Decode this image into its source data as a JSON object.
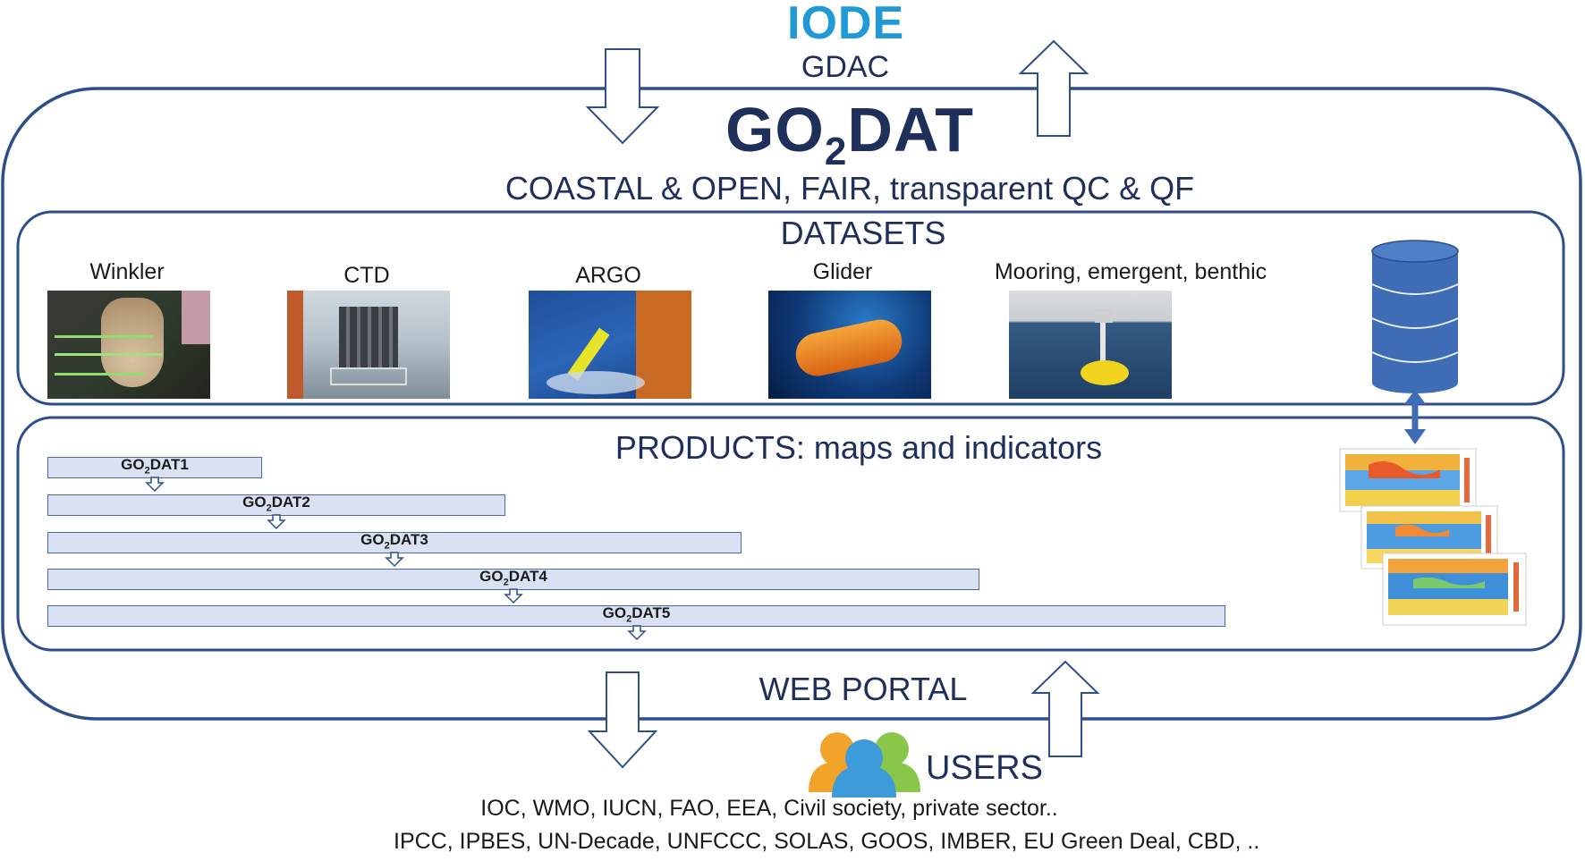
{
  "header": {
    "logo": "IODE",
    "gdac": "GDAC",
    "title_main": "GO",
    "title_sub": "2",
    "title_tail": "DAT",
    "subtitle": "COASTAL & OPEN, FAIR, transparent QC & QF"
  },
  "datasets": {
    "title": "DATASETS",
    "items": [
      {
        "label": "Winkler",
        "image": "winkler-photo"
      },
      {
        "label": "CTD",
        "image": "ctd-photo"
      },
      {
        "label": "ARGO",
        "image": "argo-photo"
      },
      {
        "label": "Glider",
        "image": "glider-photo"
      },
      {
        "label": "Mooring, emergent, benthic",
        "image": "mooring-photo"
      }
    ],
    "database_icon": "database-icon"
  },
  "products": {
    "title": "PRODUCTS: maps and indicators",
    "bars": [
      {
        "pre": "GO",
        "sub": "2",
        "post": "DAT1"
      },
      {
        "pre": "GO",
        "sub": "2",
        "post": "DAT2"
      },
      {
        "pre": "GO",
        "sub": "2",
        "post": "DAT3"
      },
      {
        "pre": "GO",
        "sub": "2",
        "post": "DAT4"
      },
      {
        "pre": "GO",
        "sub": "2",
        "post": "DAT5"
      }
    ],
    "maps_icon": "global-maps-thumbnail"
  },
  "portal": {
    "title": "WEB PORTAL"
  },
  "users": {
    "title": "USERS",
    "icon": "users-icon",
    "line1": "IOC, WMO, IUCN,  FAO, EEA, Civil society, private sector..",
    "line2": "IPCC, IPBES, UN-Decade, UNFCCC, SOLAS, GOOS, IMBER, EU Green Deal, CBD, .."
  },
  "colors": {
    "frame": "#2c4f8c",
    "text": "#1f2f5c",
    "logo": "#1f9ad6",
    "bar_fill": "#d9e1f2",
    "database": "#3e6db5"
  }
}
